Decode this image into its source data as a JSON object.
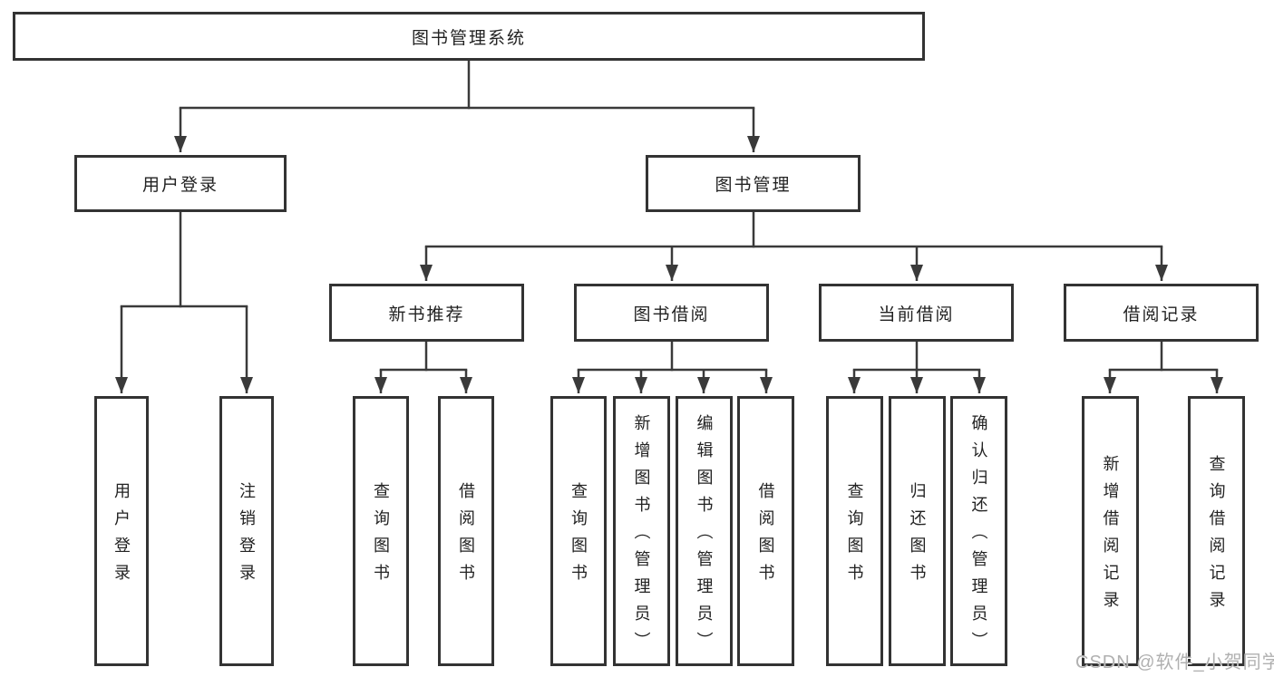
{
  "colors": {
    "background": "#ffffff",
    "line": "#3a3a3a",
    "box_border": "#333333",
    "text": "#222222",
    "watermark": "#b0b0b0"
  },
  "diagram": {
    "title_node": {
      "label": "图书管理系统"
    },
    "level2": [
      {
        "label": "用户登录"
      },
      {
        "label": "图书管理"
      }
    ],
    "level3": [
      {
        "label": "新书推荐",
        "parent": "图书管理"
      },
      {
        "label": "图书借阅",
        "parent": "图书管理"
      },
      {
        "label": "当前借阅",
        "parent": "图书管理"
      },
      {
        "label": "借阅记录",
        "parent": "图书管理"
      }
    ],
    "leaves": [
      {
        "label": "用户登录",
        "parent": "用户登录"
      },
      {
        "label": "注销登录",
        "parent": "用户登录"
      },
      {
        "label": "查询图书",
        "parent": "新书推荐"
      },
      {
        "label": "借阅图书",
        "parent": "新书推荐"
      },
      {
        "label": "查询图书",
        "parent": "图书借阅"
      },
      {
        "label": "新增图书（管理员）",
        "parent": "图书借阅"
      },
      {
        "label": "编辑图书（管理员）",
        "parent": "图书借阅"
      },
      {
        "label": "借阅图书",
        "parent": "图书借阅"
      },
      {
        "label": "查询图书",
        "parent": "当前借阅"
      },
      {
        "label": "归还图书",
        "parent": "当前借阅"
      },
      {
        "label": "确认归还（管理员）",
        "parent": "当前借阅"
      },
      {
        "label": "新增借阅记录",
        "parent": "借阅记录"
      },
      {
        "label": "查询借阅记录",
        "parent": "借阅记录"
      }
    ]
  },
  "watermark": {
    "text": "CSDN @软件_小贺同学"
  }
}
